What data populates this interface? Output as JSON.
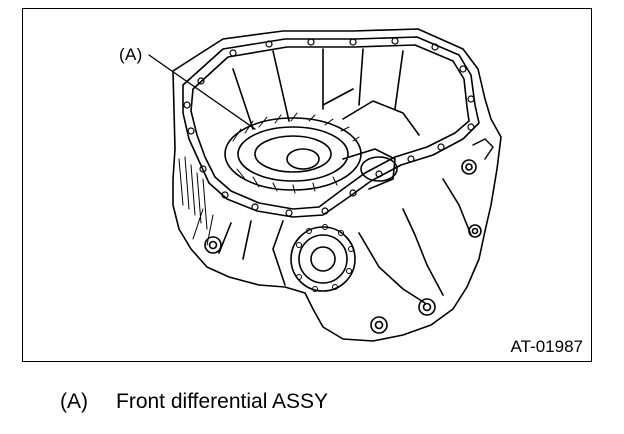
{
  "figure": {
    "callout": "(A)",
    "code": "AT-01987"
  },
  "legend": {
    "items": [
      {
        "key": "(A)",
        "text": "Front differential ASSY"
      }
    ]
  }
}
